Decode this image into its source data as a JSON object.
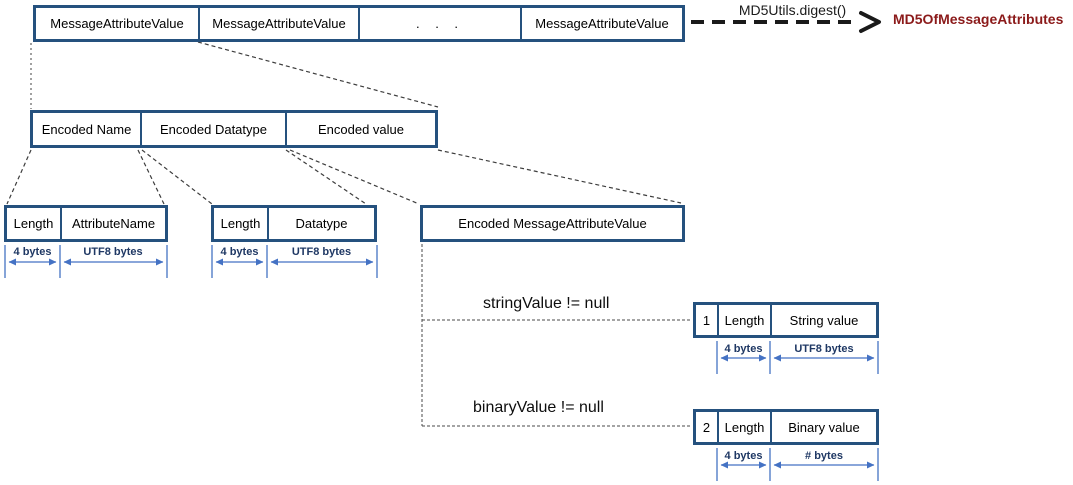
{
  "colors": {
    "box_border": "#25517e",
    "annotation_accent": "#4472c4",
    "annotation_text": "#1f3864",
    "result_text": "#8b1a1a",
    "connector": "#3d3d3d"
  },
  "top_row": {
    "cells": [
      "MessageAttributeValue",
      "MessageAttributeValue",
      ". . .",
      "MessageAttributeValue"
    ]
  },
  "md5": {
    "function_label": "MD5Utils.digest()",
    "result_label": "MD5OfMessageAttributes"
  },
  "encoded_row": {
    "cells": [
      "Encoded Name",
      "Encoded Datatype",
      "Encoded value"
    ]
  },
  "name_group": {
    "cells": [
      "Length",
      "AttributeName"
    ],
    "sizes": [
      "4 bytes",
      "UTF8 bytes"
    ]
  },
  "datatype_group": {
    "cells": [
      "Length",
      "Datatype"
    ],
    "sizes": [
      "4 bytes",
      "UTF8 bytes"
    ]
  },
  "encoded_value_box": {
    "label": "Encoded MessageAttributeValue"
  },
  "string_branch": {
    "condition": "stringValue != null",
    "cells": [
      "1",
      "Length",
      "String value"
    ],
    "sizes": [
      "4 bytes",
      "UTF8 bytes"
    ]
  },
  "binary_branch": {
    "condition": "binaryValue != null",
    "cells": [
      "2",
      "Length",
      "Binary value"
    ],
    "sizes": [
      "4 bytes",
      "# bytes"
    ]
  }
}
